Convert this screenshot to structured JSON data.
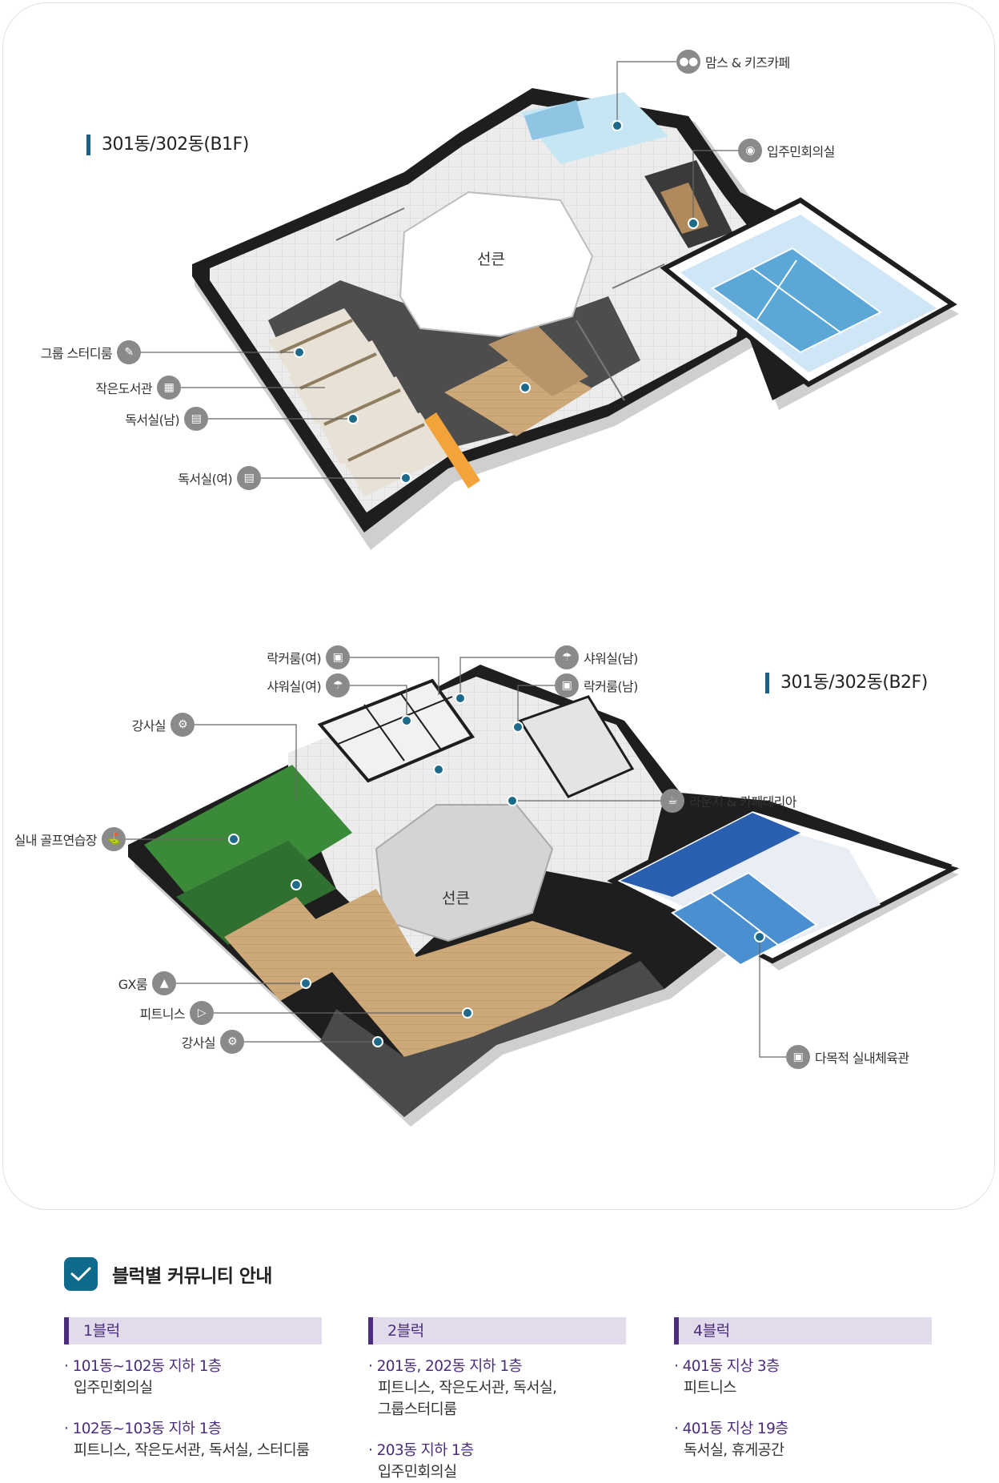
{
  "floors": {
    "b1": {
      "title": "301동/302동(B1F)",
      "center_room": "선큰"
    },
    "b2": {
      "title": "301동/302동(B2F)",
      "center_room": "선큰"
    }
  },
  "labels": {
    "moms_cafe": "맘스 & 키즈카페",
    "residents_room": "입주민회의실",
    "group_study": "그룹 스터디룸",
    "small_library": "작은도서관",
    "reading_men": "독서실(남)",
    "reading_women": "독서실(여)",
    "locker_women": "락커룸(여)",
    "shower_women": "샤워실(여)",
    "shower_men": "샤워실(남)",
    "locker_men": "락커룸(남)",
    "instructor_room_1": "강사실",
    "lounge": "라운지 & 카페테리아",
    "golf": "실내 골프연습장",
    "gx_room": "GX룸",
    "fitness": "피트니스",
    "instructor_room_2": "강사실",
    "gym": "다목적 실내체육관"
  },
  "guide": {
    "title": "블럭별 커뮤니티 안내",
    "blocks": [
      {
        "name": "1블럭",
        "items": [
          {
            "title": "101동~102동 지하 1층",
            "desc": [
              "입주민회의실"
            ]
          },
          {
            "title": "102동~103동 지하 1층",
            "desc": [
              "피트니스, 작은도서관, 독서실, 스터디룸"
            ]
          }
        ]
      },
      {
        "name": "2블럭",
        "items": [
          {
            "title": "201동, 202동 지하 1층",
            "desc": [
              "피트니스, 작은도서관, 독서실,",
              "그룹스터디룸"
            ]
          },
          {
            "title": "203동 지하 1층",
            "desc": [
              "입주민회의실"
            ]
          }
        ]
      },
      {
        "name": "4블럭",
        "items": [
          {
            "title": "401동 지상 3층",
            "desc": [
              "피트니스"
            ]
          },
          {
            "title": "401동 지상 19층",
            "desc": [
              "독서실, 휴게공간"
            ]
          }
        ]
      }
    ]
  },
  "colors": {
    "accent_teal": "#0e6b8c",
    "block_purple": "#4b2c7d",
    "block_bg": "#e2dbec",
    "marker": "#1d6a8a",
    "court_blue": "#4a90d0",
    "golf_green": "#3a8a3a",
    "wood_floor": "#c9a878"
  }
}
